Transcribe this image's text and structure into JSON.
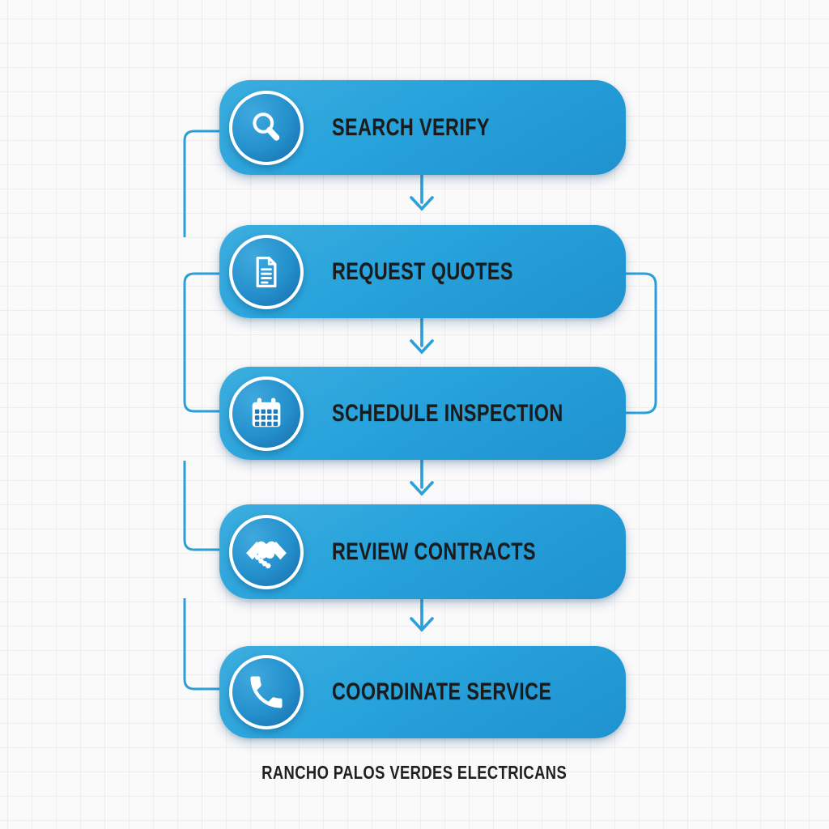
{
  "flow": {
    "steps": [
      {
        "label": "SEARCH VERIFY",
        "icon": "search-icon"
      },
      {
        "label": "REQUEST QUOTES",
        "icon": "document-icon"
      },
      {
        "label": "SCHEDULE INSPECTION",
        "icon": "calendar-icon"
      },
      {
        "label": "REVIEW CONTRACTS",
        "icon": "handshake-icon"
      },
      {
        "label": "COORDINATE SERVICE",
        "icon": "phone-icon"
      }
    ],
    "connector_style": "rounded-elbow",
    "arrow_style": "open-chevron-down"
  },
  "footer": {
    "title": "RANCHO PALOS VERDES ELECTRICANS"
  },
  "colors": {
    "step_fill": "#28a3dc",
    "step_fill_dark": "#1e92cf",
    "icon_circle_light": "#3fa9de",
    "icon_circle_dark": "#135f9d",
    "icon_glyph": "#ffffff",
    "connector": "#2b9fd9",
    "label_text": "#1b1b1b",
    "background": "#fbfafb",
    "grid_line": "#f0edee"
  }
}
